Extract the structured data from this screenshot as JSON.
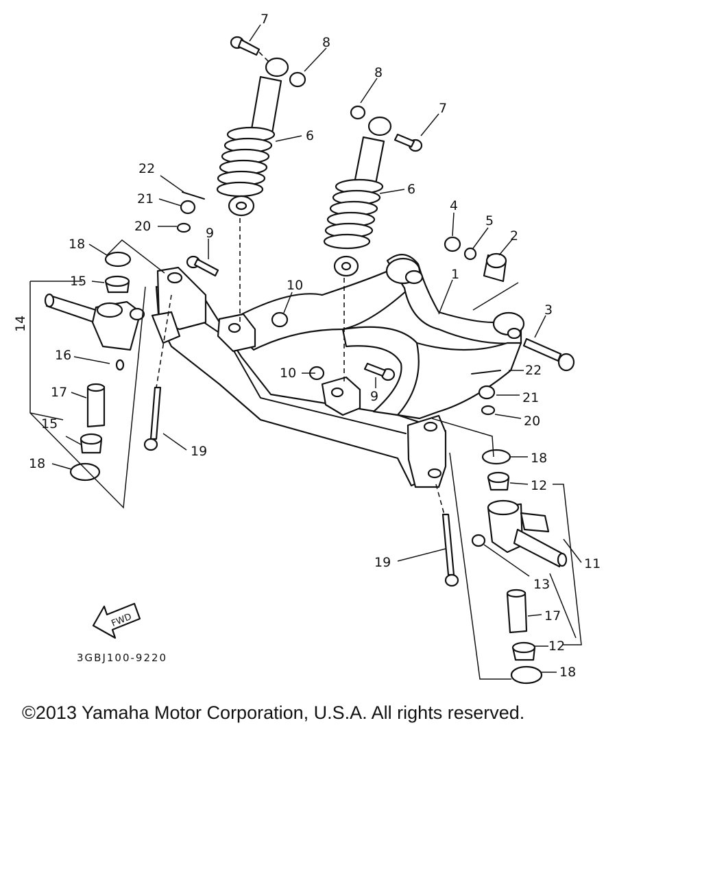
{
  "diagram": {
    "callouts": [
      {
        "id": "c7a",
        "text": "7"
      },
      {
        "id": "c8a",
        "text": "8"
      },
      {
        "id": "c8b",
        "text": "8"
      },
      {
        "id": "c7b",
        "text": "7"
      },
      {
        "id": "c6a",
        "text": "6"
      },
      {
        "id": "c6b",
        "text": "6"
      },
      {
        "id": "c22a",
        "text": "22"
      },
      {
        "id": "c21a",
        "text": "21"
      },
      {
        "id": "c20a",
        "text": "20"
      },
      {
        "id": "c4",
        "text": "4"
      },
      {
        "id": "c5",
        "text": "5"
      },
      {
        "id": "c2",
        "text": "2"
      },
      {
        "id": "c18a",
        "text": "18"
      },
      {
        "id": "c9a",
        "text": "9"
      },
      {
        "id": "c15a",
        "text": "15"
      },
      {
        "id": "c10a",
        "text": "10"
      },
      {
        "id": "c1",
        "text": "1"
      },
      {
        "id": "c3",
        "text": "3"
      },
      {
        "id": "c14",
        "text": "14"
      },
      {
        "id": "c16",
        "text": "16"
      },
      {
        "id": "c22b",
        "text": "22"
      },
      {
        "id": "c10b",
        "text": "10"
      },
      {
        "id": "c9b",
        "text": "9"
      },
      {
        "id": "c21b",
        "text": "21"
      },
      {
        "id": "c17a",
        "text": "17"
      },
      {
        "id": "c20b",
        "text": "20"
      },
      {
        "id": "c15b",
        "text": "15"
      },
      {
        "id": "c19a",
        "text": "19"
      },
      {
        "id": "c18b",
        "text": "18"
      },
      {
        "id": "c18c",
        "text": "18"
      },
      {
        "id": "c12a",
        "text": "12"
      },
      {
        "id": "c11",
        "text": "11"
      },
      {
        "id": "c19b",
        "text": "19"
      },
      {
        "id": "c13",
        "text": "13"
      },
      {
        "id": "c17b",
        "text": "17"
      },
      {
        "id": "c12b",
        "text": "12"
      },
      {
        "id": "c18d",
        "text": "18"
      }
    ],
    "fwd_label": "FWD",
    "drawing_code": "3GBJ100-9220"
  },
  "copyright": "©2013 Yamaha Motor Corporation, U.S.A. All rights reserved."
}
